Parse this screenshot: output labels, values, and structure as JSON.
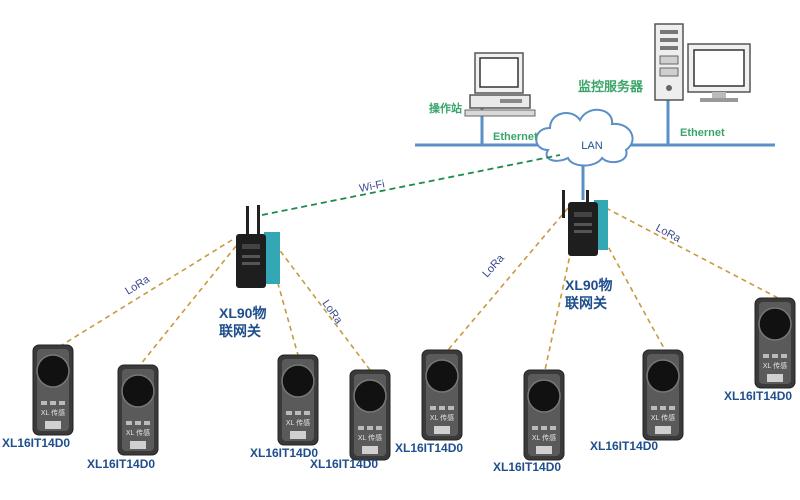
{
  "network": {
    "lan_label": "LAN",
    "ethernet_left": "Ethernet",
    "ethernet_right": "Ethernet",
    "operator_station": "操作站",
    "monitor_server": "监控服务器",
    "wifi_label": "Wi-Fi"
  },
  "gateways": [
    {
      "name_line1": "XL90物",
      "name_line2": "联网关"
    },
    {
      "name_line1": "XL90物",
      "name_line2": "联网关"
    }
  ],
  "links": {
    "lora_1": "LoRa",
    "lora_2": "LoRa",
    "lora_3": "LoRa",
    "lora_4": "LoRa"
  },
  "devices": [
    {
      "label": "XL16IT14D0",
      "face_text": "XL 传感"
    },
    {
      "label": "XL16IT14D0",
      "face_text": "XL 传感"
    },
    {
      "label": "XL16IT14D0",
      "face_text": "XL 传感"
    },
    {
      "label": "XL16IT14D0",
      "face_text": "XL 传感"
    },
    {
      "label": "XL16IT14D0",
      "face_text": "XL 传感"
    },
    {
      "label": "XL16IT14D0",
      "face_text": "XL 传感"
    },
    {
      "label": "XL16IT14D0",
      "face_text": "XL 传感"
    },
    {
      "label": "XL16IT14D0",
      "face_text": "XL 传感"
    }
  ],
  "colors": {
    "lan_line": "#5b8fc7",
    "wifi_line": "#1f8a4c",
    "lora_line": "#c79a3f",
    "label_green": "#3aa56a",
    "label_blue": "#1f4e8c"
  }
}
